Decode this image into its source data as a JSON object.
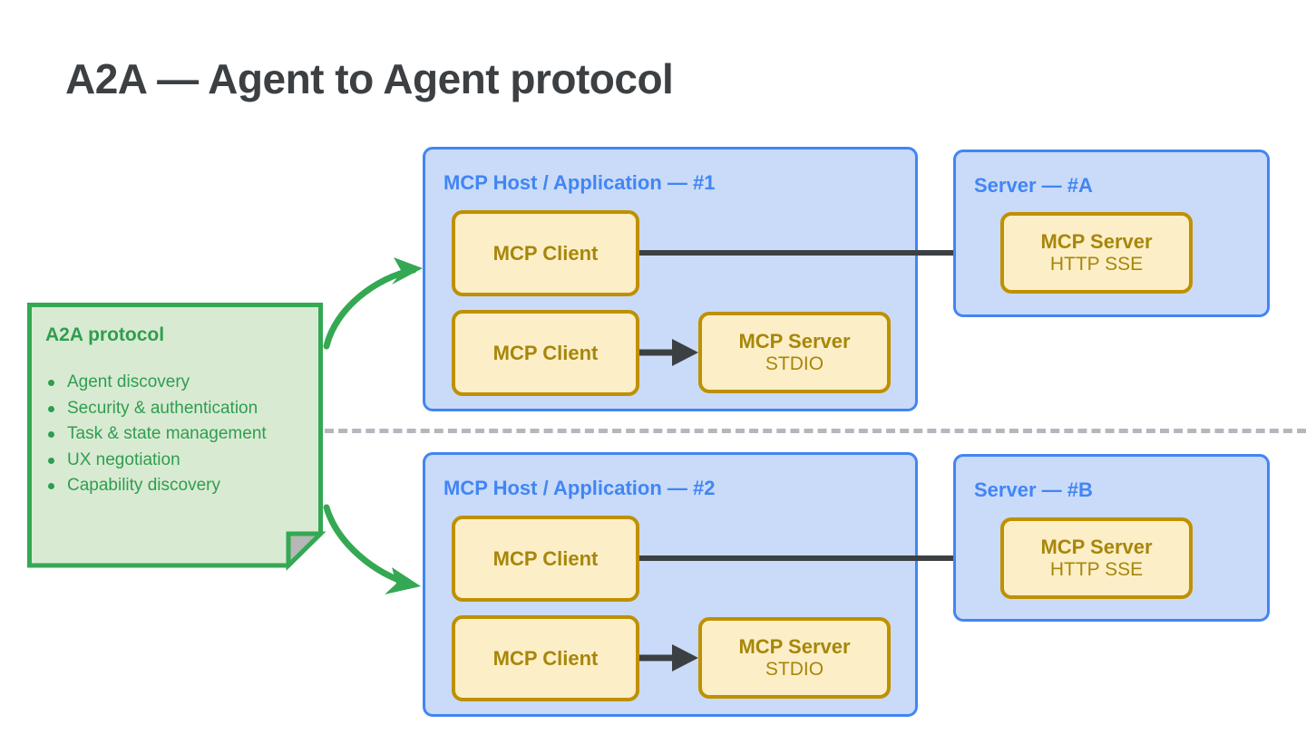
{
  "title": "A2A — Agent to Agent protocol",
  "colors": {
    "title_text": "#3c4043",
    "panel_border": "#4285f4",
    "panel_fill": "#c9dbf8",
    "node_border": "#bf9000",
    "node_fill": "#fcefc7",
    "node_text": "#a8860a",
    "note_border": "#34a853",
    "note_fill": "#d9ead3",
    "note_text": "#2e9e4f",
    "note_fold": "#b7b7b7",
    "arrow_dark": "#3c4043",
    "arrow_green": "#34a853",
    "divider": "#b3b8bf"
  },
  "note": {
    "title": "A2A protocol",
    "items": [
      "Agent discovery",
      "Security & authentication",
      "Task & state management",
      "UX negotiation",
      "Capability discovery"
    ]
  },
  "hosts": [
    {
      "title": "MCP Host / Application — #1",
      "nodes": [
        {
          "line1": "MCP Client",
          "line2": ""
        },
        {
          "line1": "MCP Client",
          "line2": ""
        },
        {
          "line1": "MCP Server",
          "line2": "STDIO"
        }
      ]
    },
    {
      "title": "MCP Host / Application — #2",
      "nodes": [
        {
          "line1": "MCP Client",
          "line2": ""
        },
        {
          "line1": "MCP Client",
          "line2": ""
        },
        {
          "line1": "MCP Server",
          "line2": "STDIO"
        }
      ]
    }
  ],
  "servers": [
    {
      "title": "Server — #A",
      "node": {
        "line1": "MCP Server",
        "line2": "HTTP SSE"
      }
    },
    {
      "title": "Server — #B",
      "node": {
        "line1": "MCP Server",
        "line2": "HTTP SSE"
      }
    }
  ]
}
